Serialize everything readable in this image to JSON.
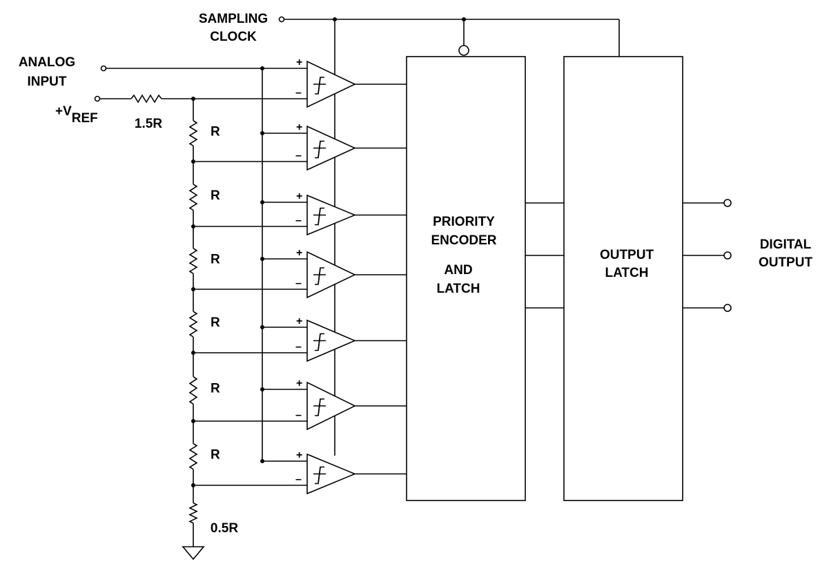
{
  "labels": {
    "analog_input_line1": "ANALOG",
    "analog_input_line2": "INPUT",
    "vref_main": "+V",
    "vref_sub": "REF",
    "sampling_line1": "SAMPLING",
    "sampling_line2": "CLOCK",
    "r_top": "1.5R",
    "r_unit": "R",
    "r_bottom": "0.5R",
    "encoder_line1": "PRIORITY",
    "encoder_line2": "ENCODER",
    "encoder_line3": "AND",
    "encoder_line4": "LATCH",
    "latch_line1": "OUTPUT",
    "latch_line2": "LATCH",
    "digital_line1": "DIGITAL",
    "digital_line2": "OUTPUT",
    "plus": "+",
    "minus": "–"
  },
  "comparator_count": 7,
  "output_bits": 3
}
